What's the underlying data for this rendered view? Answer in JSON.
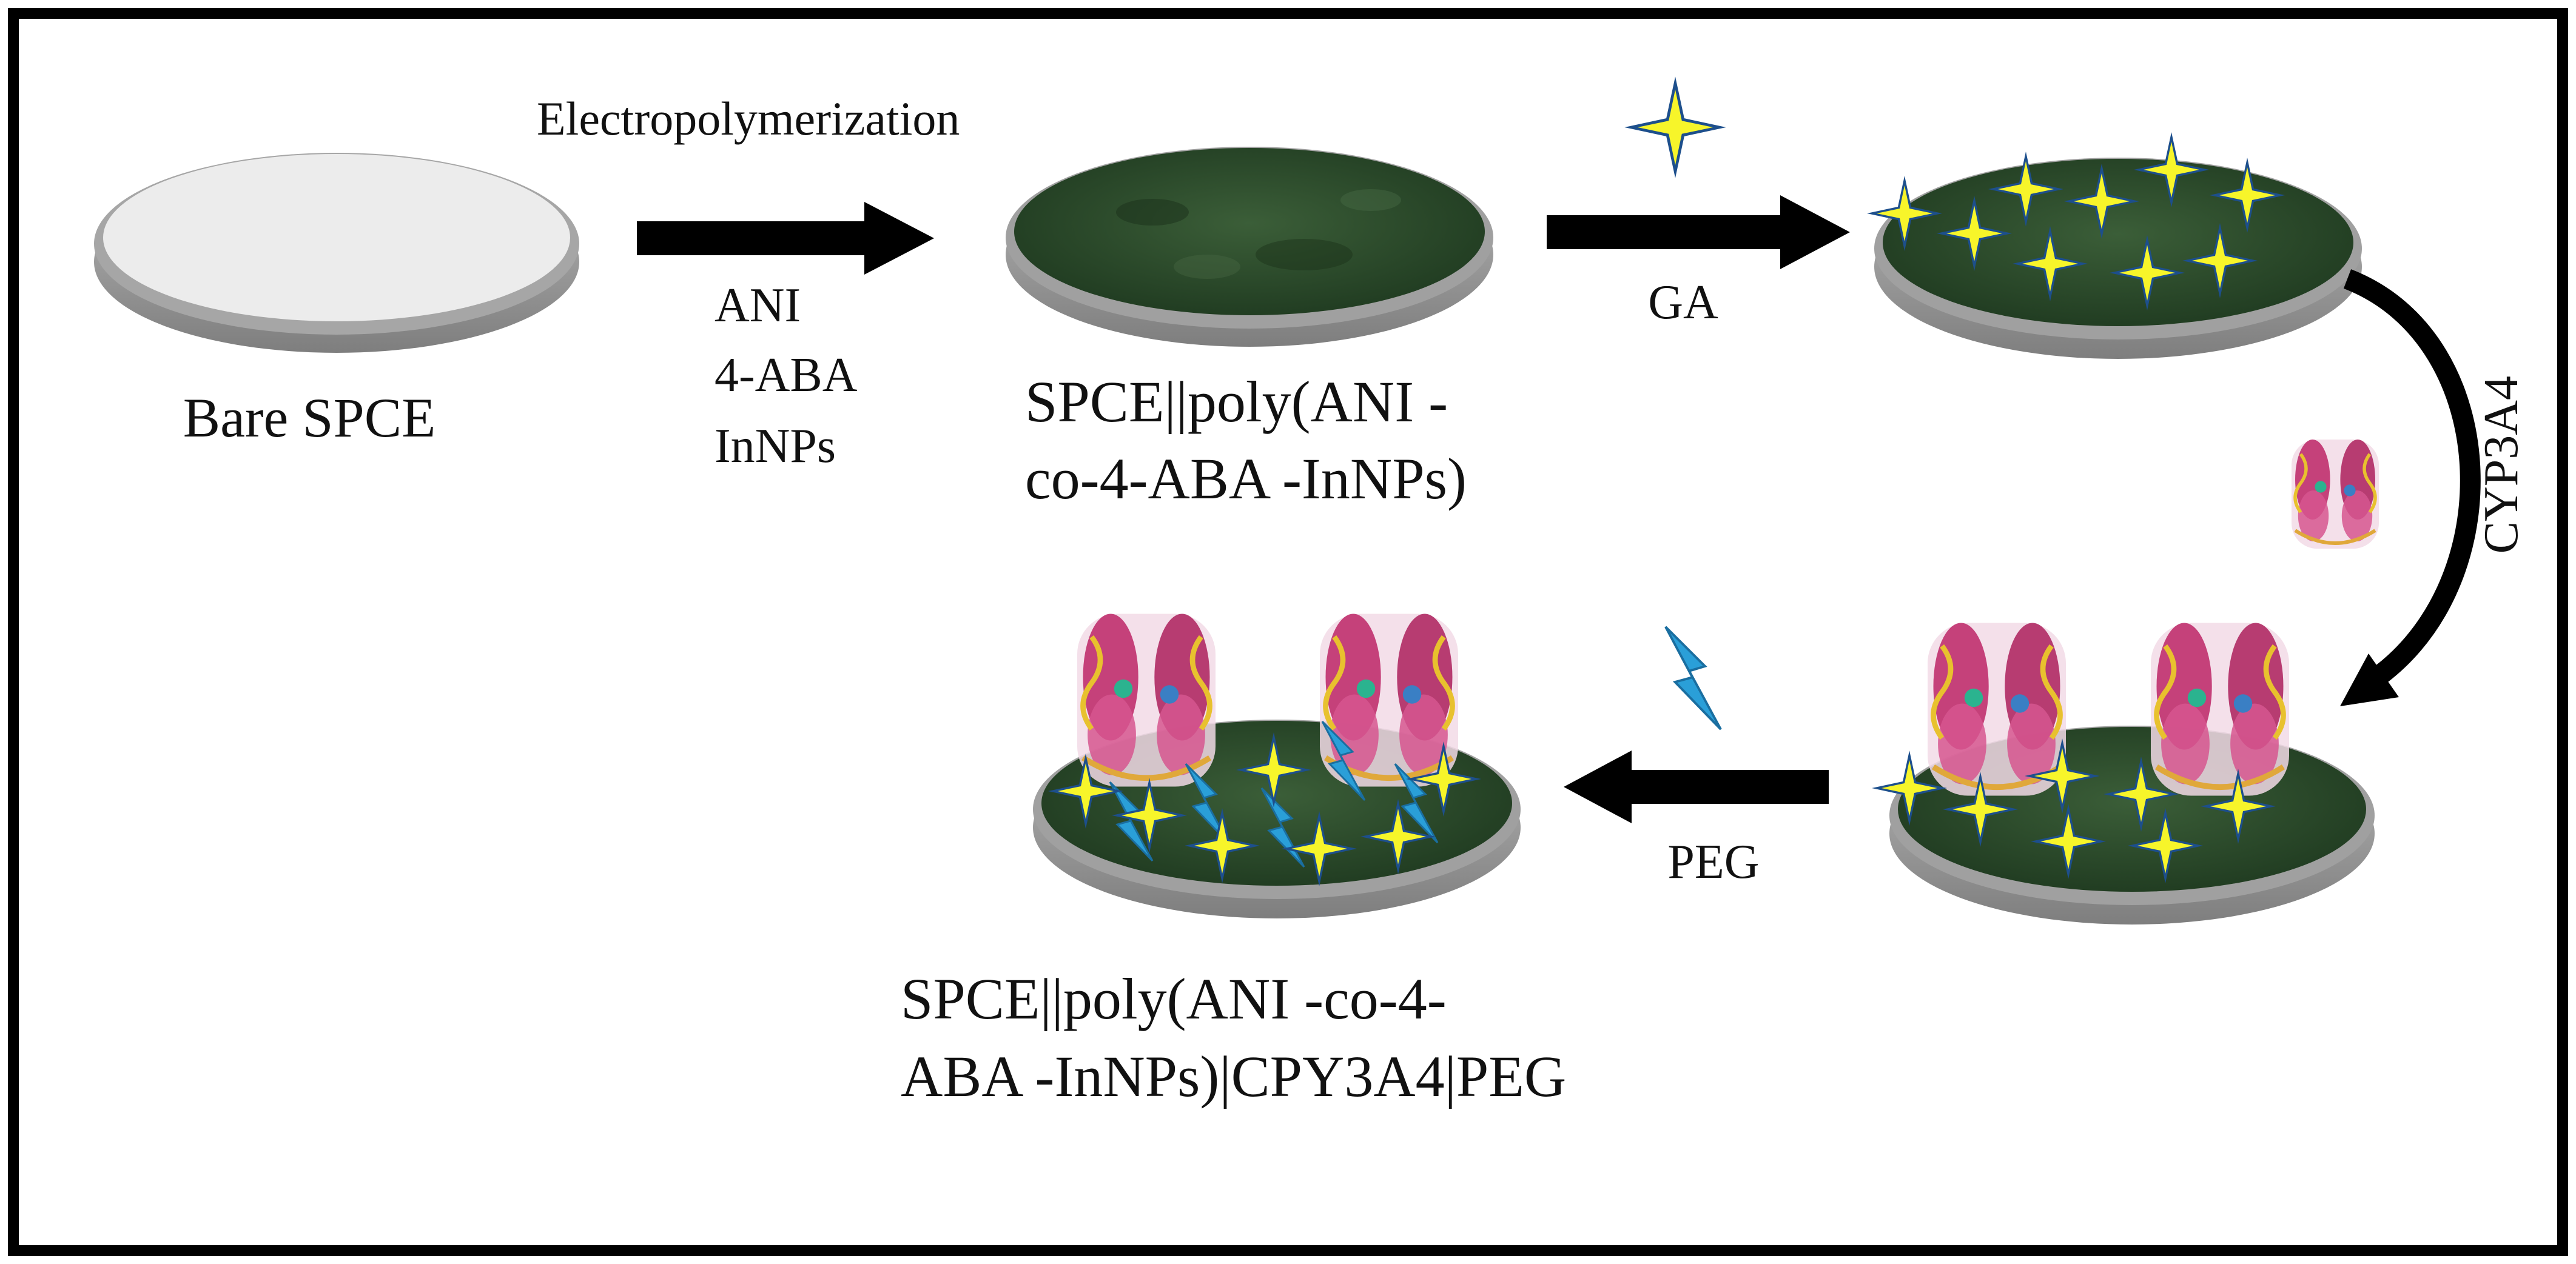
{
  "steps": {
    "bare_label": "Bare SPCE",
    "electropoly_label": "Electropolymerization",
    "reagents": [
      "ANI",
      "4-ABA",
      "InNPs"
    ],
    "polymer_label": [
      "SPCE||poly(ANI -",
      "co-4-ABA -InNPs)"
    ],
    "ga_label": "GA",
    "cyp_label": "CYP3A4",
    "peg_label": "PEG",
    "final_label": [
      "SPCE||poly(ANI -co-4-",
      "ABA -InNPs)|CPY3A4|PEG"
    ]
  },
  "colors": {
    "border": "#000000",
    "arrow": "#000000",
    "disc_rim": "#9a9a9a",
    "bare_top": "#e9e9e9",
    "film": "#2c4a2c",
    "star_fill": "#f7f52a",
    "star_edge": "#1d4f8c",
    "bolt": "#2a9fd8",
    "protein": "#c0306e"
  }
}
